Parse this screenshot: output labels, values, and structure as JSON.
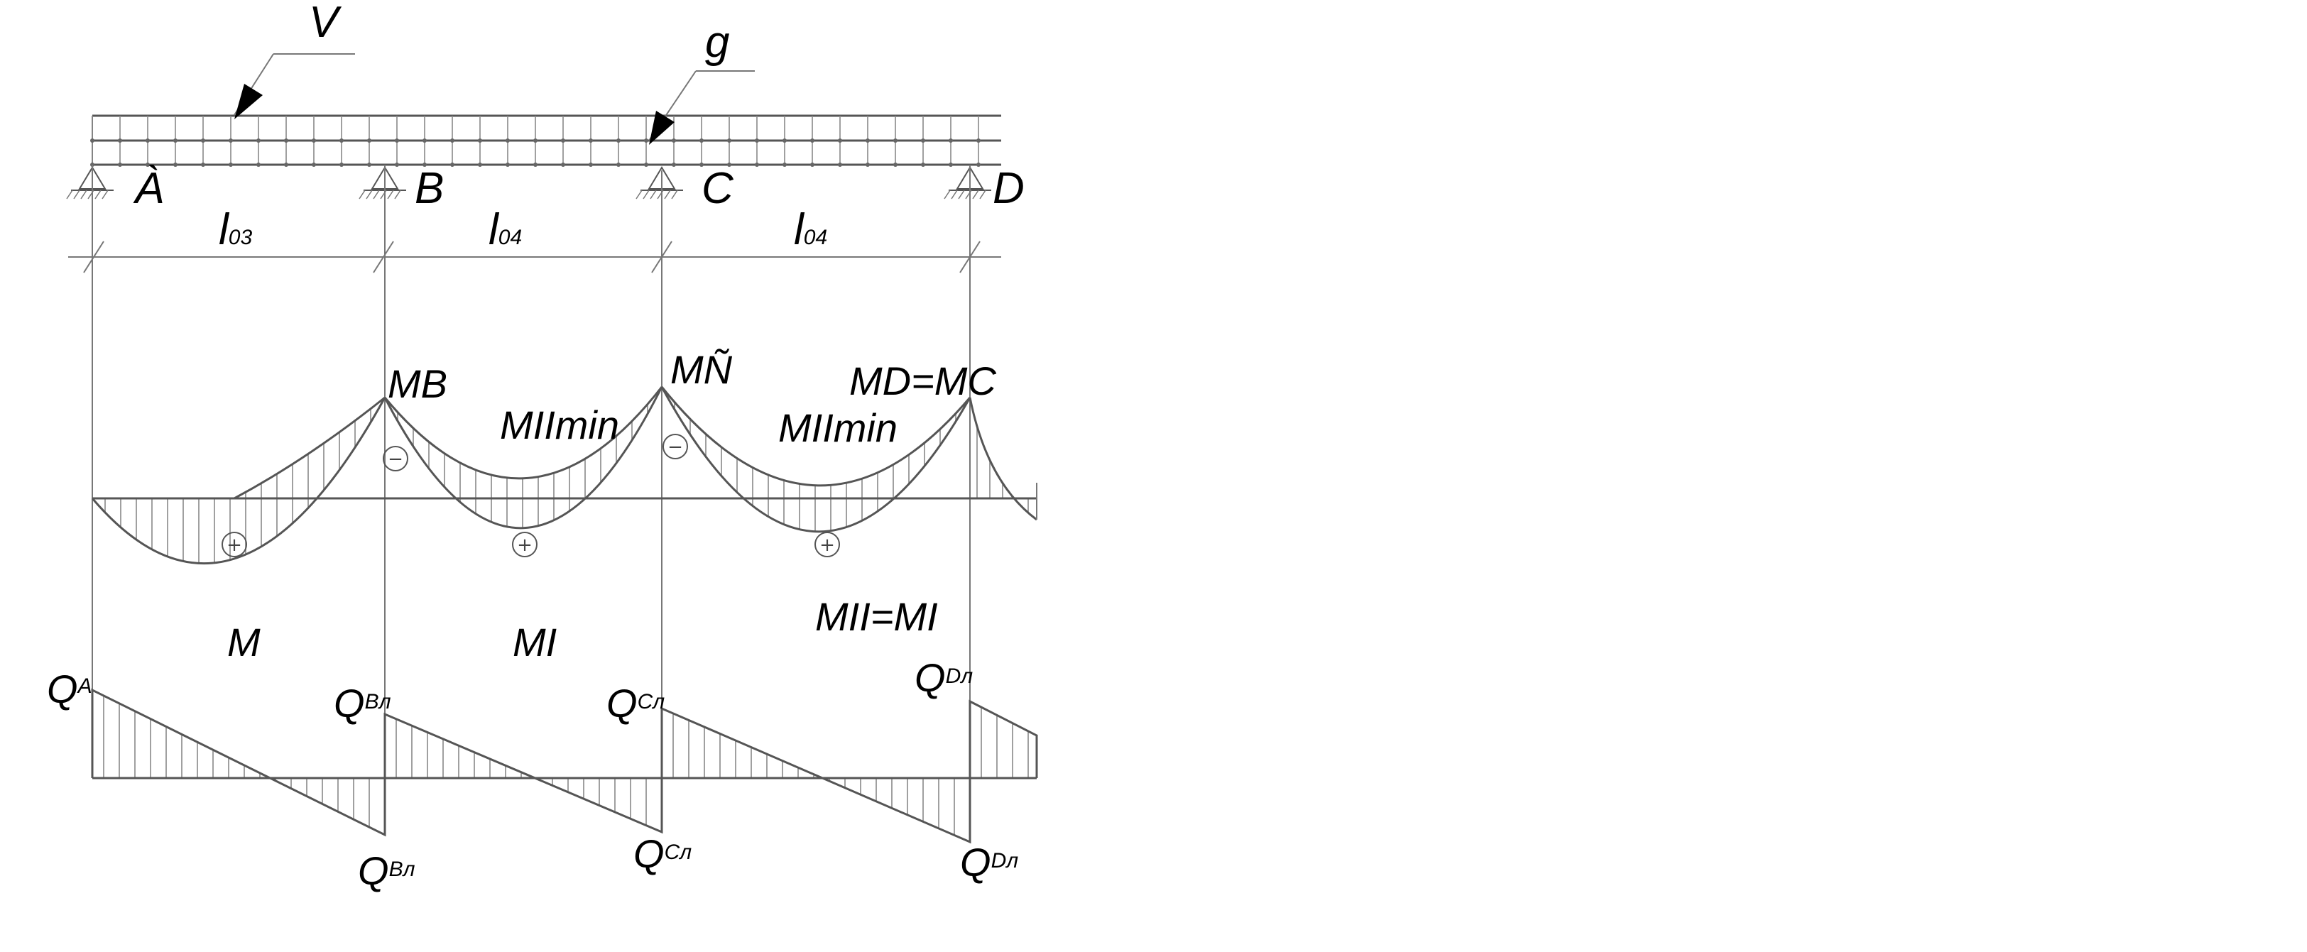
{
  "loads": {
    "live": "V",
    "dead": "g"
  },
  "supports": {
    "a": "À",
    "b": "B",
    "c": "C",
    "d": "D"
  },
  "spans": [
    {
      "main": "l",
      "sub": "03"
    },
    {
      "main": "l",
      "sub": "04"
    },
    {
      "main": "l",
      "sub": "04"
    }
  ],
  "moment_labels": {
    "mb": "MB",
    "mc": "MÑ",
    "md": "MD=MC",
    "min1": "MIImin",
    "min2": "MIImin",
    "m": "M",
    "mi": "MI",
    "mii": "MII=MI"
  },
  "signs": {
    "plus": "+",
    "minus": "−"
  },
  "shear_labels": {
    "qa": {
      "main": "Q",
      "sub": "A"
    },
    "qb_top": {
      "main": "Q",
      "sub": "Bл"
    },
    "qb_bottom": {
      "main": "Q",
      "sub": "Bл"
    },
    "qc_top": {
      "main": "Q",
      "sub": "Cл"
    },
    "qc_bottom": {
      "main": "Q",
      "sub": "Cл"
    },
    "qd_top": {
      "main": "Q",
      "sub": "Dл"
    },
    "qd_bottom": {
      "main": "Q",
      "sub": "Dл"
    }
  }
}
